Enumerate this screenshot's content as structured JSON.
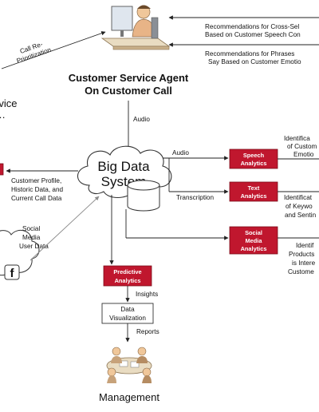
{
  "agent": {
    "title_line1": "Customer Service Agent",
    "title_line2": "On Customer Call"
  },
  "left_labels": {
    "service_partial": "rvice",
    "call_reprioritization_line1": "Call Re-",
    "call_reprioritization_line2": "Prioritization"
  },
  "recommendations": {
    "cross_sell_line1": "Recommendations for Cross-Sel",
    "cross_sell_line2": "Based on Customer Speech Con",
    "phrases_line1": "Recommendations for Phrases",
    "phrases_line2": "Say Based on Customer Emotio"
  },
  "flows": {
    "audio_down": "Audio",
    "audio_right": "Audio",
    "transcription": "Transcription",
    "insights": "Insights",
    "reports": "Reports"
  },
  "big_data": {
    "line1": "Big Data",
    "line2": "System"
  },
  "customer_data": {
    "line1": "Customer Profile,",
    "line2": "Historic Data, and",
    "line3": "Current Call Data"
  },
  "social_input": {
    "line1": "Social",
    "line2": "Media",
    "line3": "User Data",
    "facebook_letter": "f"
  },
  "analytics": {
    "speech_line1": "Speech",
    "speech_line2": "Analytics",
    "text_line1": "Text",
    "text_line2": "Analytics",
    "social_line1": "Social",
    "social_line2": "Media",
    "social_line3": "Analytics",
    "predictive_line1": "Predictive",
    "predictive_line2": "Analytics"
  },
  "outputs": {
    "speech_line1": "Identifica",
    "speech_line2": "of Custom",
    "speech_line3": "Emotio",
    "text_line1": "Identificat",
    "text_line2": "of Keywo",
    "text_line3": "and Sentin",
    "social_line1": "Identif",
    "social_line2": "Products",
    "social_line3": "is Intere",
    "social_line4": "Custome"
  },
  "visualization": {
    "line1": "Data",
    "line2": "Visualization"
  },
  "management": {
    "label": "Management"
  },
  "colors": {
    "analytics_fill": "#c0172e",
    "arrows": "#222222",
    "secondary_arrows": "#8a8a8a"
  }
}
